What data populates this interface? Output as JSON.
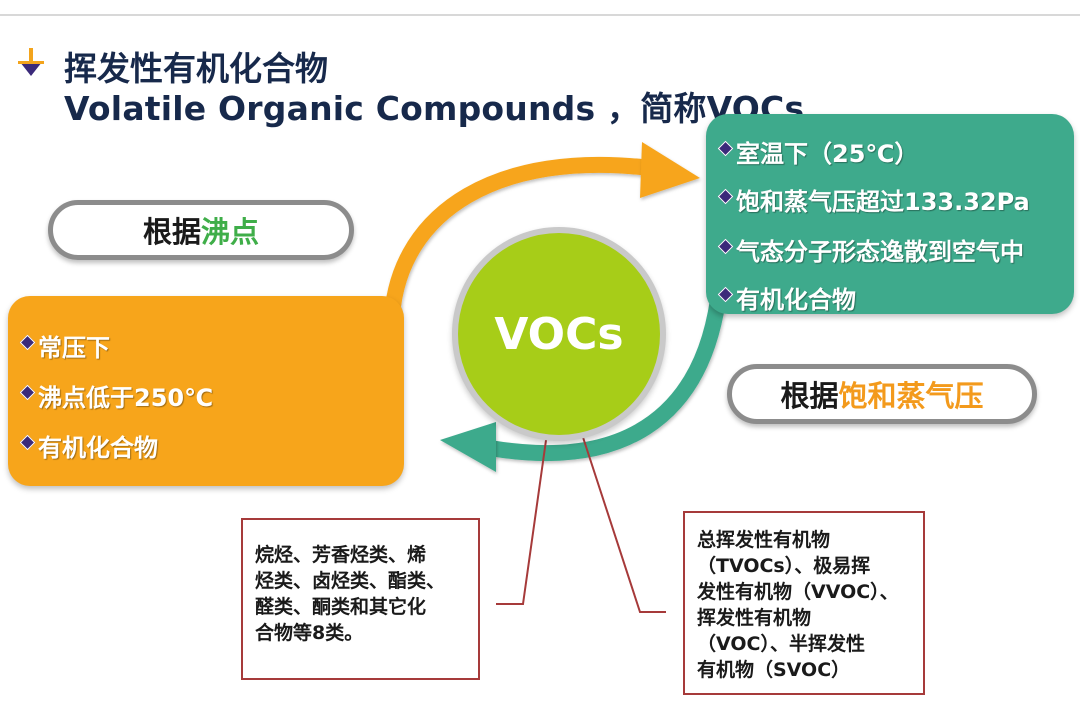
{
  "title": {
    "cn": "挥发性有机化合物",
    "en": "Volatile Organic Compounds ，简称VOCs"
  },
  "center": {
    "label": "VOCs"
  },
  "left_criterion": {
    "prefix": "根据",
    "keyword": "沸点"
  },
  "right_criterion": {
    "prefix": "根据",
    "keyword": "饱和蒸气压"
  },
  "left_panel": {
    "items": [
      "常压下",
      "沸点低于250℃",
      "有机化合物"
    ]
  },
  "right_panel": {
    "items": [
      "室温下（25℃）",
      "饱和蒸气压超过133.32Pa",
      "气态分子形态逸散到空气中",
      "有机化合物"
    ]
  },
  "box_left": {
    "lines": [
      "烷烃、芳香烃类、烯",
      "烃类、卤烃类、酯类、",
      "醛类、酮类和其它化",
      "合物等8类。"
    ]
  },
  "box_right": {
    "lines": [
      "总挥发性有机物",
      "（TVOCs）、极易挥",
      "发性有机物（VVOC）、",
      "挥发性有机物",
      "（VOC）、半挥发性",
      "有机物（SVOC）"
    ]
  },
  "colors": {
    "orange": "#f7a51b",
    "teal": "#3eaa8c",
    "green_circle": "#a7cd18",
    "accent_green": "#3fae49",
    "accent_orange": "#f39a1c",
    "title": "#17294b",
    "box_border": "#a63a3a"
  },
  "icons": {
    "title_bullet": "down-arrow-bullet-icon",
    "list_bullet": "diamond-bullet-icon"
  }
}
